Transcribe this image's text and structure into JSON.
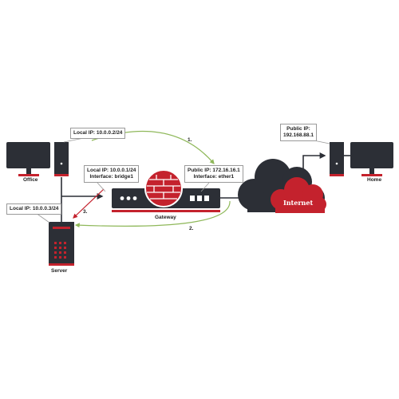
{
  "colors": {
    "dark": "#2c2f36",
    "red": "#c4222d",
    "green": "#8fb85a",
    "callout_border": "#9a9a9a"
  },
  "nodes": {
    "office": {
      "label": "Office"
    },
    "office_pc_ip": {
      "label": "Local IP: 10.0.0.2/24"
    },
    "gateway": {
      "label": "Gateway",
      "local_line1": "Local IP: 10.0.0.1/24",
      "local_line2": "Interface: bridge1",
      "public_line1": "Public IP: 172.16.16.1",
      "public_line2": "Interface: ether1"
    },
    "server": {
      "label": "Server",
      "ip": "Local IP: 10.0.0.3/24"
    },
    "internet": {
      "label": "Internet"
    },
    "home": {
      "label": "Home",
      "ip_line1": "Public IP:",
      "ip_line2": "192.168.88.1"
    }
  },
  "steps": {
    "step1": "1.",
    "step2": "2.",
    "step3": "3."
  }
}
